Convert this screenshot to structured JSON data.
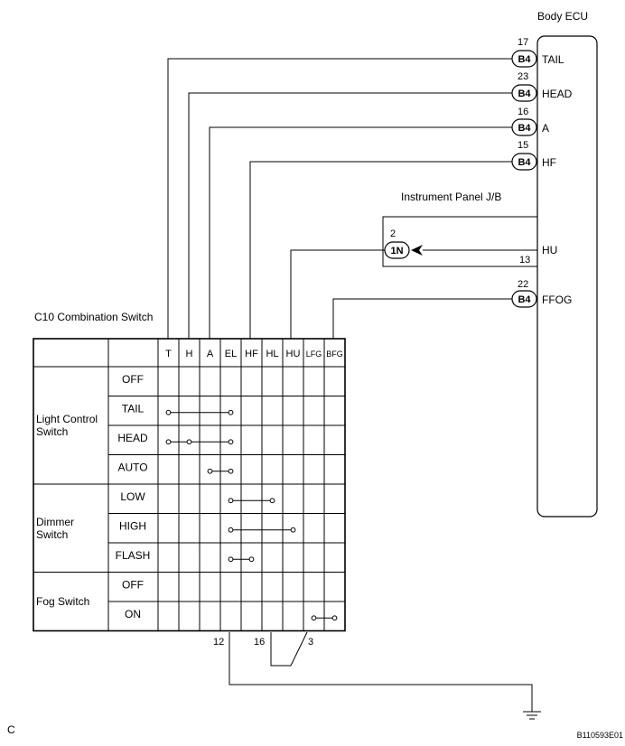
{
  "ecu": {
    "title": "Body ECU",
    "terminals": [
      {
        "pin": "17",
        "connector": "B4",
        "name": "TAIL"
      },
      {
        "pin": "23",
        "connector": "B4",
        "name": "HEAD"
      },
      {
        "pin": "16",
        "connector": "B4",
        "name": "A"
      },
      {
        "pin": "15",
        "connector": "B4",
        "name": "HF"
      },
      {
        "pin": "22",
        "connector": "B4",
        "name": "FFOG"
      }
    ],
    "hu": {
      "name": "HU",
      "pin": "13"
    }
  },
  "jb": {
    "title": "Instrument Panel J/B",
    "pin": "2",
    "connector": "1N"
  },
  "switch": {
    "title": "C10 Combination Switch",
    "columns": [
      "T",
      "H",
      "A",
      "EL",
      "HF",
      "HL",
      "HU",
      "LFG",
      "BFG"
    ],
    "groups": [
      {
        "name": "Light Control Switch",
        "positions": [
          "OFF",
          "TAIL",
          "HEAD",
          "AUTO"
        ]
      },
      {
        "name": "Dimmer Switch",
        "positions": [
          "LOW",
          "HIGH",
          "FLASH"
        ]
      },
      {
        "name": "Fog Switch",
        "positions": [
          "OFF",
          "ON"
        ]
      }
    ],
    "connections": [
      {
        "row": 1,
        "cols": [
          0,
          3
        ]
      },
      {
        "row": 2,
        "cols": [
          0,
          1,
          3
        ]
      },
      {
        "row": 3,
        "cols": [
          2,
          3
        ]
      },
      {
        "row": 4,
        "cols": [
          3,
          5
        ]
      },
      {
        "row": 5,
        "cols": [
          3,
          6
        ]
      },
      {
        "row": 6,
        "cols": [
          3,
          4
        ]
      },
      {
        "row": 8,
        "cols": [
          7,
          8
        ]
      }
    ],
    "bottom_pins": [
      "12",
      "16",
      "3"
    ]
  },
  "footer": {
    "left": "C",
    "right": "B110593E01"
  }
}
